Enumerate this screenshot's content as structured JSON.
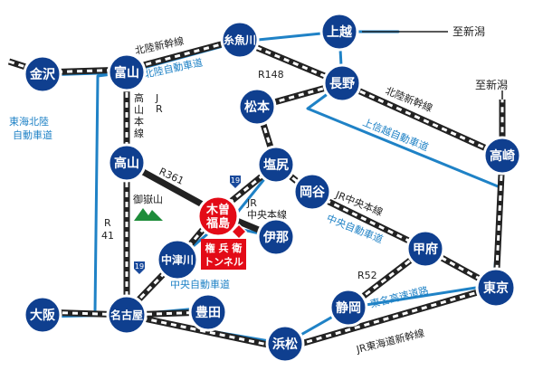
{
  "colors": {
    "node": "#0f3f8f",
    "node_ring": "#ffffff",
    "expressway": "#1f82c6",
    "rail": "#222222",
    "rail_dash": "#ffffff",
    "target": "#e30b17",
    "mountain": "#1e8c3a"
  },
  "places": {
    "toyama": "富山",
    "kanazawa": "金沢",
    "itoigawa": "糸魚川",
    "joetsu": "上越",
    "nagano": "長野",
    "matsumoto": "松本",
    "shiojiri": "塩尻",
    "takayama": "高山",
    "okaya": "岡谷",
    "takasaki": "高崎",
    "kofu": "甲府",
    "tokyo": "東京",
    "shizuoka": "静岡",
    "hamamatsu": "浜松",
    "toyota": "豊田",
    "nagoya": "名古屋",
    "osaka": "大阪",
    "nakatsugawa": "中津川",
    "ina": "伊那"
  },
  "target": {
    "line1": "木曽",
    "line2": "福島",
    "tunnel_line1": "権 兵 衛",
    "tunnel_line2": "トンネル"
  },
  "mountain": {
    "label": "御嶽山",
    "icon": "mountain-icon"
  },
  "route_shields": {
    "r19a": "19",
    "r19b": "19"
  },
  "labels": {
    "hokuriku_shinkansen_1": "北陸新幹線",
    "hokuriku_shinkansen_2": "北陸新幹線",
    "hokuriku_expressway": "北陸自動車道",
    "r148": "R148",
    "jr_takayama": [
      "J",
      "R",
      "高",
      "山",
      "本",
      "線"
    ],
    "tokai_hokuriku": [
      "東海北陸",
      "自動車道"
    ],
    "joshinetsu": "上信越自動車道",
    "r361": "R361",
    "jr_chuo_1": [
      "JR",
      "中央本線"
    ],
    "jr_chuo_2": "JR中央本線",
    "chuo_exp_1": "中央自動車道",
    "chuo_exp_2": "中央自動車道",
    "r41": [
      "R",
      "41"
    ],
    "r52": "R52",
    "tomei": "東名高速道路",
    "jr_tokaido": "JR東海道新幹線"
  },
  "destinations": {
    "niigata_1": "至新潟",
    "niigata_2": "至新潟"
  }
}
